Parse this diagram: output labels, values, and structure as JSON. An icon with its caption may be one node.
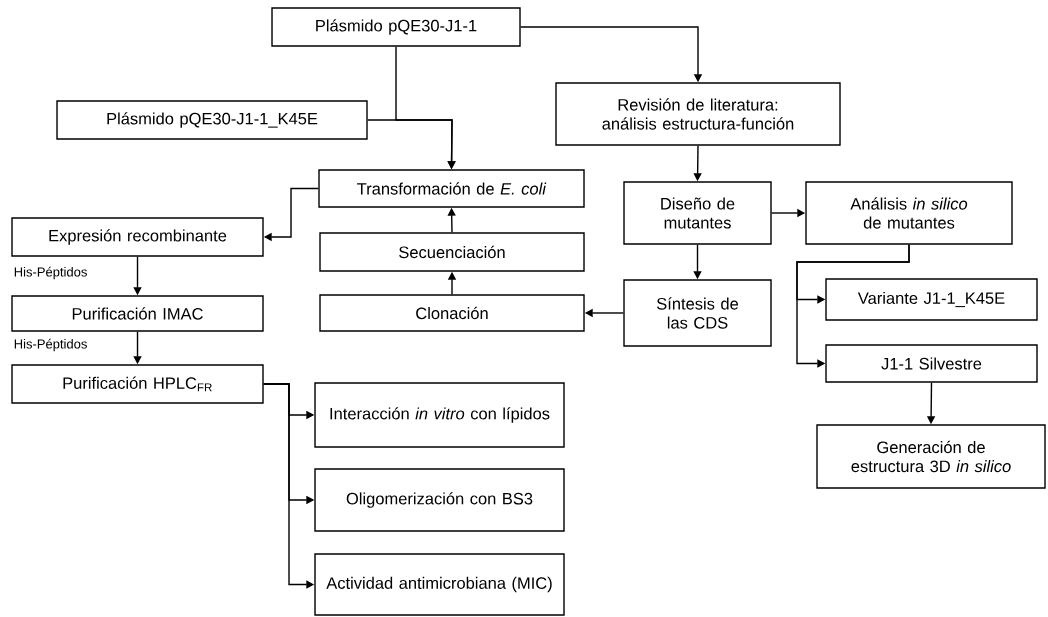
{
  "diagram": {
    "nodes": [
      {
        "text": [
          "Plásmido pQE30-J1-1"
        ]
      },
      {
        "text": [
          "Revisión de literatura: análisis estructura-función"
        ]
      },
      {
        "text": [
          "Plásmido pQE30-J1-1_K45E"
        ]
      },
      {
        "text": [
          "Transformación de *E. coli*"
        ]
      },
      {
        "text": [
          "Diseño de mutantes"
        ]
      },
      {
        "text": [
          "Análisis *in silico* de mutantes"
        ]
      },
      {
        "text": [
          "Expresión recombinante"
        ]
      },
      {
        "text": [
          "Secuenciación"
        ]
      },
      {
        "text": [
          "Clonación"
        ]
      },
      {
        "text": [
          "Síntesis de las CDS"
        ]
      },
      {
        "text": [
          "Purificación IMAC"
        ]
      },
      {
        "text": [
          "Variante J1-1_K45E"
        ]
      },
      {
        "text": [
          "Purificación HPLC$_{FR}$"
        ]
      },
      {
        "text": [
          "J1-1 Silvestre"
        ]
      },
      {
        "text": [
          "Generación de estructura 3D *in silico*"
        ]
      },
      {
        "text": [
          "Interacción *in vitro* con lípidos"
        ]
      },
      {
        "text": [
          "Oligomerización con BS3"
        ]
      },
      {
        "text": [
          "Actividad antimicrobiana (MIC)"
        ]
      }
    ],
    "edges": [
      {
        "from": 0,
        "to": 3,
        "arrow": "to"
      },
      {
        "from": 2,
        "to": 3,
        "arrow": "to"
      },
      {
        "from": 0,
        "to": 1,
        "arrow": "to"
      },
      {
        "from": 1,
        "to": 4,
        "arrow": "to"
      },
      {
        "from": 4,
        "to": 5,
        "arrow": "to"
      },
      {
        "from": 4,
        "to": 9,
        "arrow": "to"
      },
      {
        "from": 9,
        "to": 8,
        "arrow": "to"
      },
      {
        "from": 8,
        "to": 7,
        "arrow": "to"
      },
      {
        "from": 7,
        "to": 3,
        "arrow": "to"
      },
      {
        "from": 3,
        "to": 6,
        "arrow": "to"
      },
      {
        "from": 6,
        "to": 10,
        "arrow": "to",
        "label": "His-Péptidos"
      },
      {
        "from": 10,
        "to": 12,
        "arrow": "to",
        "label": "His-Péptidos"
      },
      {
        "from": 12,
        "to": 15,
        "arrow": "to"
      },
      {
        "from": 12,
        "to": 16,
        "arrow": "to"
      },
      {
        "from": 12,
        "to": 17,
        "arrow": "to"
      },
      {
        "from": 5,
        "to": 11,
        "arrow": "to"
      },
      {
        "from": 5,
        "to": 13,
        "arrow": "to"
      },
      {
        "from": 13,
        "to": 14,
        "arrow": "to"
      }
    ]
  }
}
